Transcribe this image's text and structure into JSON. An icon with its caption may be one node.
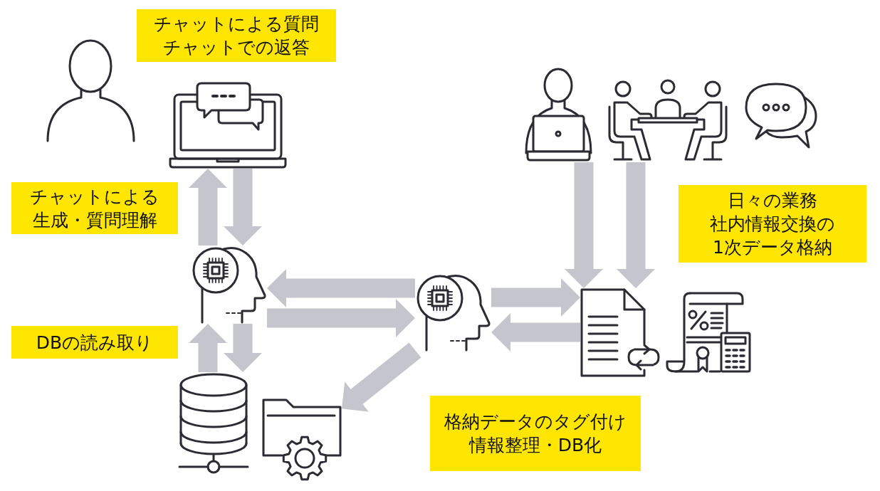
{
  "diagram": {
    "nodes": [
      {
        "text": [
          "チャットによる質問",
          "チャットでの返答"
        ]
      },
      {
        "text": [],
        "shape": "person"
      },
      {
        "text": [],
        "shape": "picture"
      },
      {
        "text": [],
        "shape": "picture"
      },
      {
        "text": [],
        "shape": "picture"
      },
      {
        "text": [],
        "shape": "picture"
      },
      {
        "text": [
          "チャットによる生成・質問理解"
        ]
      },
      {
        "text": [
          "日々の業務",
          "社内情報交換の1次データ格納"
        ]
      },
      {
        "text": [],
        "shape": "picture"
      },
      {
        "text": [],
        "shape": "picture"
      },
      {
        "text": [],
        "shape": "picture"
      },
      {
        "text": [],
        "shape": "picture"
      },
      {
        "text": [
          "DBの読み取り"
        ]
      },
      {
        "text": [],
        "shape": "picture"
      },
      {
        "text": [],
        "shape": "picture"
      },
      {
        "text": [
          "格納データのタグ付け",
          "情報整理・DB化"
        ]
      }
    ],
    "edges": [
      {
        "from": 8,
        "to": 2,
        "arrow": "to"
      },
      {
        "from": 2,
        "to": 8,
        "arrow": "to"
      },
      {
        "from": 3,
        "to": 10,
        "arrow": "to"
      },
      {
        "from": 4,
        "to": 10,
        "arrow": "to"
      },
      {
        "from": 9,
        "to": 8,
        "arrow": "to"
      },
      {
        "from": 8,
        "to": 9,
        "arrow": "to"
      },
      {
        "from": 9,
        "to": 10,
        "arrow": "to"
      },
      {
        "from": 10,
        "to": 9,
        "arrow": "to"
      },
      {
        "from": 13,
        "to": 8,
        "arrow": "to"
      },
      {
        "from": 8,
        "to": 13,
        "arrow": "to"
      },
      {
        "from": 9,
        "to": 14,
        "arrow": "to"
      }
    ]
  }
}
